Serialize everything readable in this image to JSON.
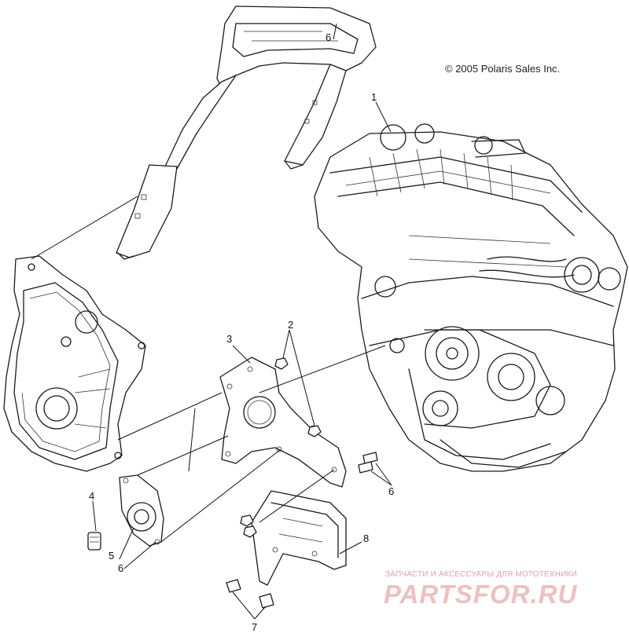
{
  "copyright": "© 2005 Polaris Sales Inc.",
  "watermark": {
    "tagline": "ЗАПЧАСТИ И АКСЕССУАРЫ ДЛЯ МОТОТЕХНИКИ",
    "logo": "PARTSFOR.RU",
    "color": "#eec0c0"
  },
  "callouts": {
    "c1": "1",
    "c2": "2",
    "c3": "3",
    "c4": "4",
    "c5": "5",
    "c6a": "6",
    "c6b": "6",
    "c6c": "6",
    "c7": "7",
    "c8": "8"
  }
}
